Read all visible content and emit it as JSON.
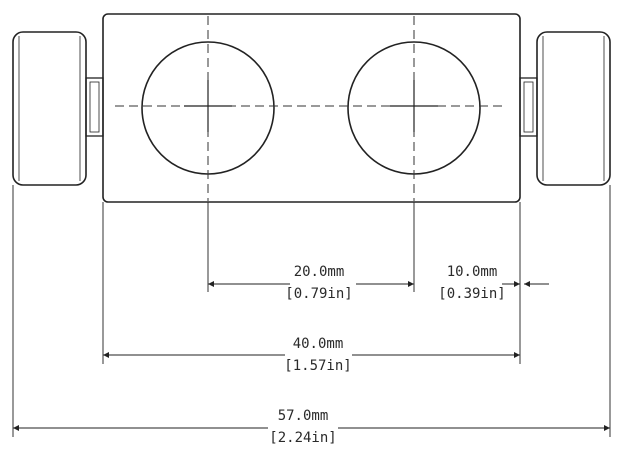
{
  "drawing": {
    "dimensions": [
      {
        "id": "bore-spacing",
        "metric": "20.0mm",
        "imperial": "[0.79in]"
      },
      {
        "id": "clamp-offset",
        "metric": "10.0mm",
        "imperial": "[0.39in]"
      },
      {
        "id": "body-width",
        "metric": "40.0mm",
        "imperial": "[1.57in]"
      },
      {
        "id": "overall-width",
        "metric": "57.0mm",
        "imperial": "[2.24in]"
      }
    ]
  }
}
